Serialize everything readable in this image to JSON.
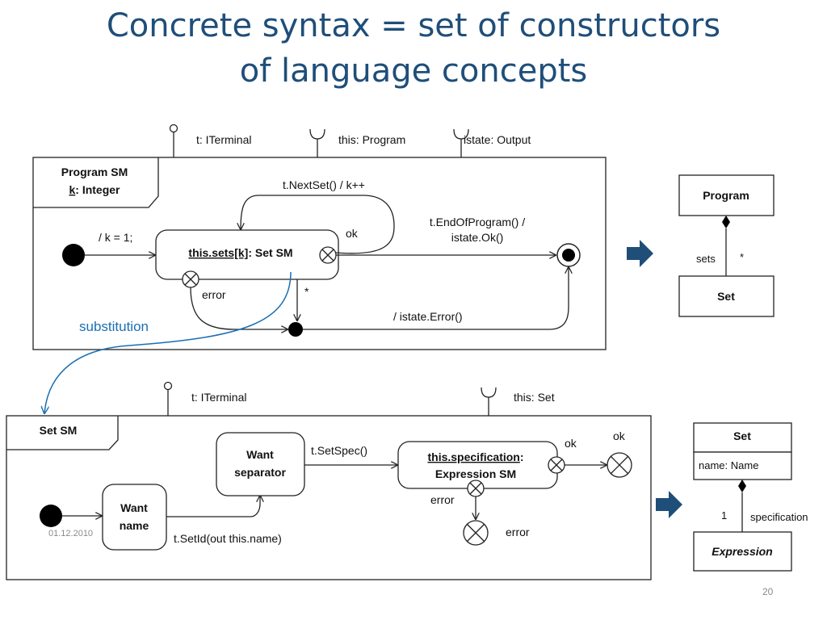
{
  "slide": {
    "title_line1": "Concrete syntax = set of constructors",
    "title_line2": "of language concepts",
    "date": "01.12.2010",
    "page_number": "20",
    "accent_color": "#1f4e79",
    "arrow_color": "#1f4e79",
    "annotation_color": "#1a6fb3"
  },
  "top_diagram": {
    "ports": [
      "t: ITerminal",
      "this: Program",
      "istate: Output"
    ],
    "frame_title": "Program SM",
    "frame_attr_name": "k",
    "frame_attr_rest": ": Integer",
    "state_label": "this.sets[k]",
    "state_label_rest": ": Set SM",
    "init_transition": "/ k = 1;",
    "loop_transition": "t.NextSet() / k++",
    "ok_label": "ok",
    "end_transition_line1": "t.EndOfProgram() /",
    "end_transition_line2": "istate.Ok()",
    "error_label": "error",
    "star_label": "*",
    "error_transition": "/ istate.Error()"
  },
  "substitution_label": "substitution",
  "bottom_diagram": {
    "ports": [
      "t: ITerminal",
      "this: Set"
    ],
    "frame_title": "Set SM",
    "want_name_line1": "Want",
    "want_name_line2": "name",
    "want_separator_line1": "Want",
    "want_separator_line2": "separator",
    "spec_state_line1": "this.specification",
    "spec_state_line1_rest": ":",
    "spec_state_line2": "Expression SM",
    "set_id_transition": "t.SetId(out this.name)",
    "set_spec_transition": "t.SetSpec()",
    "ok_label_1": "ok",
    "ok_label_2": "ok",
    "error_label_1": "error",
    "error_label_2": "error"
  },
  "class_top": {
    "class1": "Program",
    "class2": "Set",
    "role": "sets",
    "multiplicity": "*"
  },
  "class_bottom": {
    "class1": "Set",
    "attribute": "name: Name",
    "class2": "Expression",
    "multiplicity": "1",
    "role": "specification"
  }
}
